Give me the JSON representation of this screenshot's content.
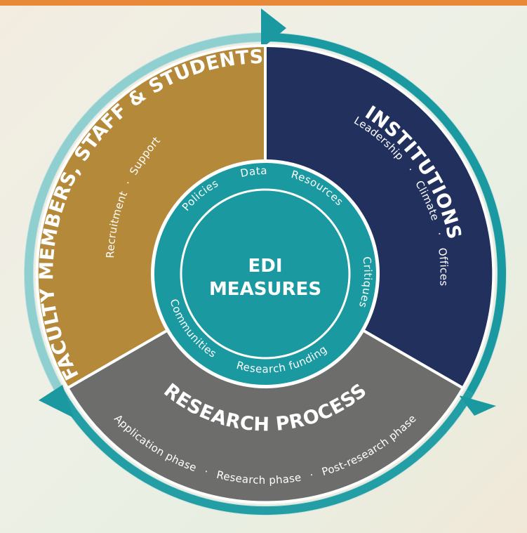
{
  "colors": {
    "faculty": "#b5893a",
    "institutions": "#22305e",
    "research": "#6d6e6c",
    "teal": "#1a9aa0",
    "teal_light": "#9ed3cf"
  },
  "segments": {
    "faculty": {
      "title": "FACULTY MEMBERS, STAFF & STUDENTS",
      "sub1": "Recruitment",
      "sep": "·",
      "sub2": "Support"
    },
    "institutions": {
      "title": "INSTITUTIONS",
      "sub1": "Leadership",
      "sep1": "·",
      "sub2": "Climate",
      "sep2": "·",
      "sub3": "Offices"
    },
    "research": {
      "title": "RESEARCH PROCESS",
      "sub1": "Application phase",
      "sep1": "·",
      "sub2": "Research phase",
      "sep2": "·",
      "sub3": "Post-research phase"
    }
  },
  "ring": {
    "policies": "Policies",
    "data": "Data",
    "resources": "Resources",
    "critiques": "Critiques",
    "research_funding": "Research funding",
    "communities": "Communities"
  },
  "center": {
    "line1": "EDI",
    "line2": "MEASURES"
  },
  "icons": [
    "cycle-arrow-icon"
  ]
}
